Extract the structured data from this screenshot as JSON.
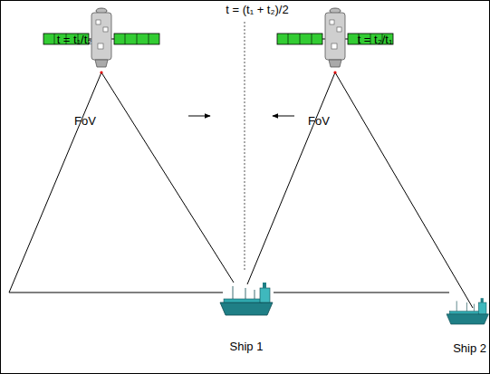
{
  "diagram": {
    "labels": [
      "t = (t₁ + t₂)/2",
      "t = t₁/t₂",
      "t = t₂/t₁",
      "FoV",
      "FoV",
      "Ship 1",
      "Ship 2"
    ]
  }
}
